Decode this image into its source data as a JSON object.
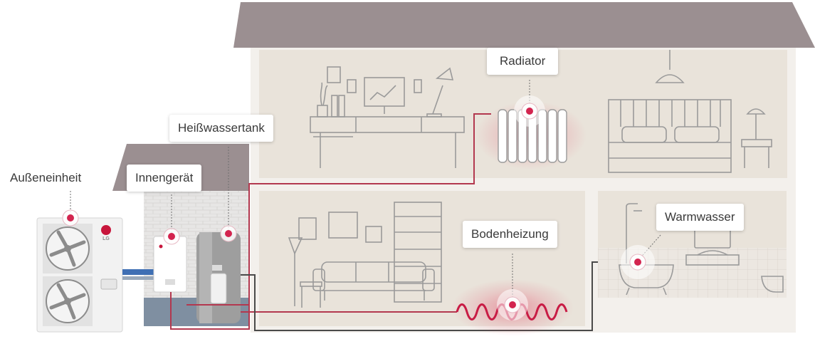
{
  "labels": {
    "aussen": "Außeneinheit",
    "innen": "Innengerät",
    "tank": "Heißwassertank",
    "radiator": "Radiator",
    "boden": "Bodenheizung",
    "warm": "Warmwasser"
  },
  "unit_brand": "LG",
  "colors": {
    "roof": "#9b8f91",
    "wall": "#e9e3da",
    "pipe": "#b3384f",
    "pipe_dark": "#4a4a4a",
    "hotspot": "#d3244f",
    "floor": "#7f8fa1"
  }
}
